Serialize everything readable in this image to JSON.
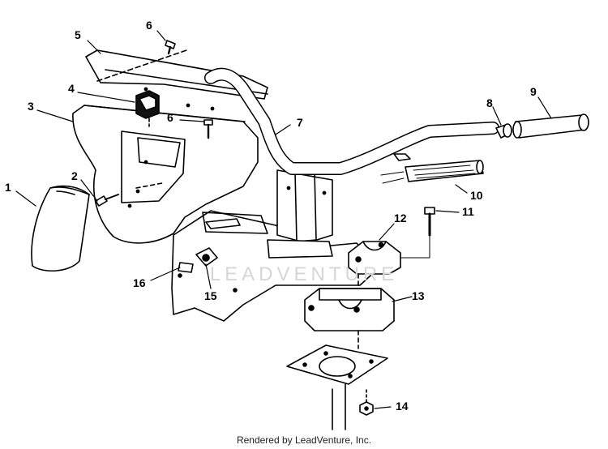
{
  "callouts": [
    {
      "id": "c1",
      "text": "1"
    },
    {
      "id": "c2",
      "text": "2"
    },
    {
      "id": "c3",
      "text": "3"
    },
    {
      "id": "c4",
      "text": "4"
    },
    {
      "id": "c5",
      "text": "5"
    },
    {
      "id": "c6a",
      "text": "6"
    },
    {
      "id": "c6b",
      "text": "6"
    },
    {
      "id": "c7",
      "text": "7"
    },
    {
      "id": "c8",
      "text": "8"
    },
    {
      "id": "c9",
      "text": "9"
    },
    {
      "id": "c10",
      "text": "10"
    },
    {
      "id": "c11",
      "text": "11"
    },
    {
      "id": "c12",
      "text": "12"
    },
    {
      "id": "c13",
      "text": "13"
    },
    {
      "id": "c14",
      "text": "14"
    },
    {
      "id": "c15",
      "text": "15"
    },
    {
      "id": "c16",
      "text": "16"
    }
  ],
  "watermark": "LEADVENTURE",
  "footer": "Rendered by LeadVenture, Inc."
}
